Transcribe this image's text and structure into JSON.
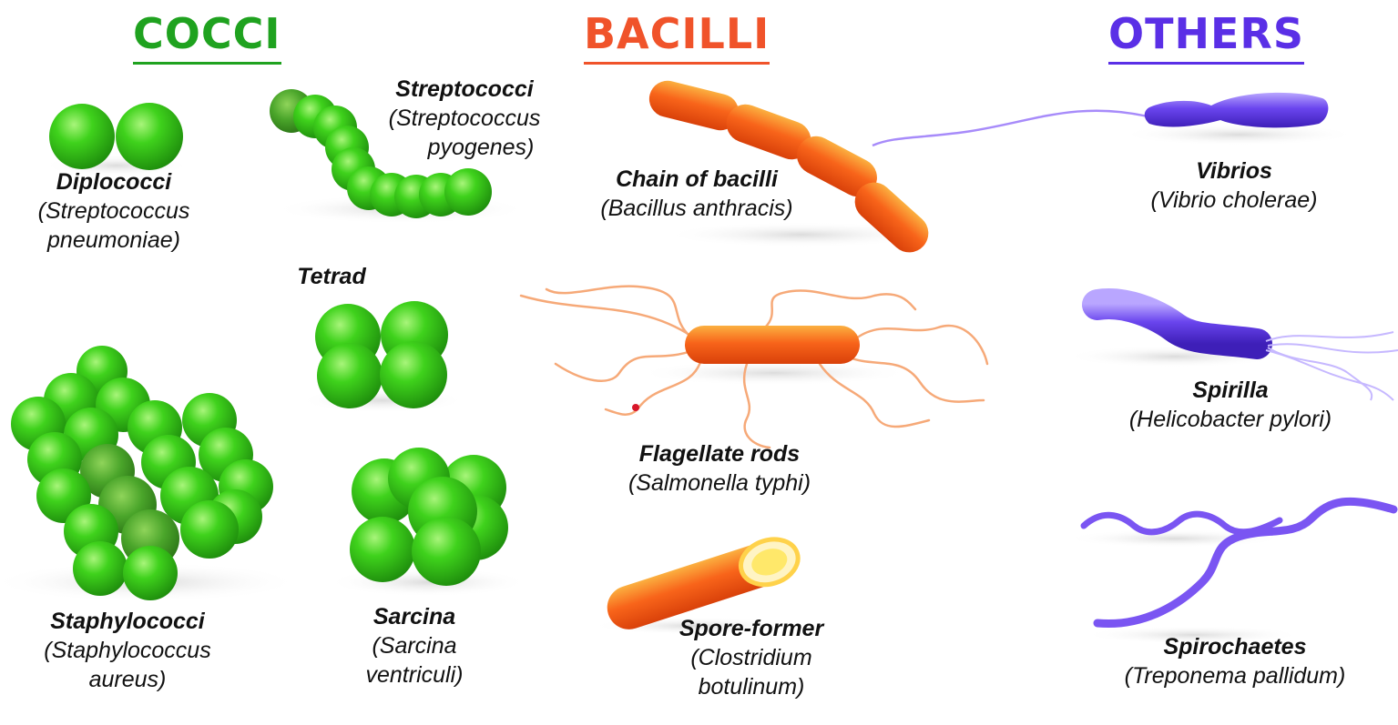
{
  "headings": {
    "cocci": {
      "text": "COCCI",
      "color": "#1fa21f"
    },
    "bacilli": {
      "text": "BACILLI",
      "color": "#f0532a"
    },
    "others": {
      "text": "OTHERS",
      "color": "#5a2fe6"
    }
  },
  "labels": {
    "diplococci": {
      "name": "Diplococci",
      "sci1": "(Streptococcus",
      "sci2": "pneumoniae)"
    },
    "streptococci": {
      "name": "Streptococci",
      "sci1": "(Streptococcus",
      "sci2": "pyogenes)"
    },
    "tetrad": {
      "name": "Tetrad"
    },
    "staphylococci": {
      "name": "Staphylococci",
      "sci1": "(Staphylococcus",
      "sci2": "aureus)"
    },
    "sarcina": {
      "name": "Sarcina",
      "sci1": "(Sarcina",
      "sci2": "ventriculi)"
    },
    "chain_bacilli": {
      "name": "Chain of bacilli",
      "sci1": "(Bacillus anthracis)"
    },
    "flagellate": {
      "name": "Flagellate rods",
      "sci1": "(Salmonella typhi)"
    },
    "spore": {
      "name": "Spore-former",
      "sci1": "(Clostridium",
      "sci2": "botulinum)"
    },
    "vibrios": {
      "name": "Vibrios",
      "sci1": "(Vibrio cholerae)"
    },
    "spirilla": {
      "name": "Spirilla",
      "sci1": "(Helicobacter pylori)"
    },
    "spirochaetes": {
      "name": "Spirochaetes",
      "sci1": "(Treponema pallidum)"
    }
  },
  "colors": {
    "cocci_green": "#3fd21c",
    "bacilli_orange": "#f8641a",
    "others_purple": "#6a45ee"
  }
}
